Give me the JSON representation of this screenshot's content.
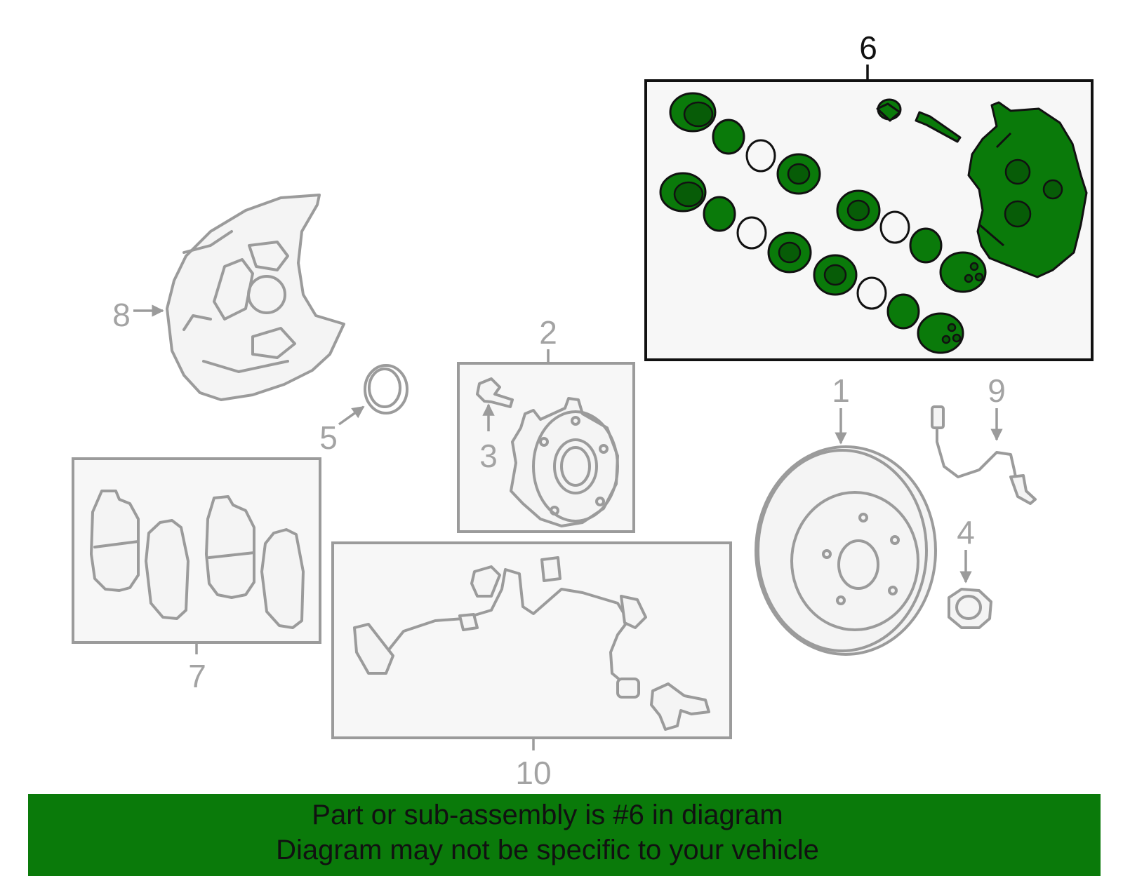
{
  "callouts": {
    "c1": "1",
    "c2": "2",
    "c3": "3",
    "c4": "4",
    "c5": "5",
    "c6": "6",
    "c7": "7",
    "c8": "8",
    "c9": "9",
    "c10": "10"
  },
  "highlight": {
    "part": "6",
    "color": "#0a7a0a"
  },
  "banner": {
    "line1": "Part or sub-assembly is #6 in diagram",
    "line2": "Diagram may not be specific to your vehicle"
  }
}
